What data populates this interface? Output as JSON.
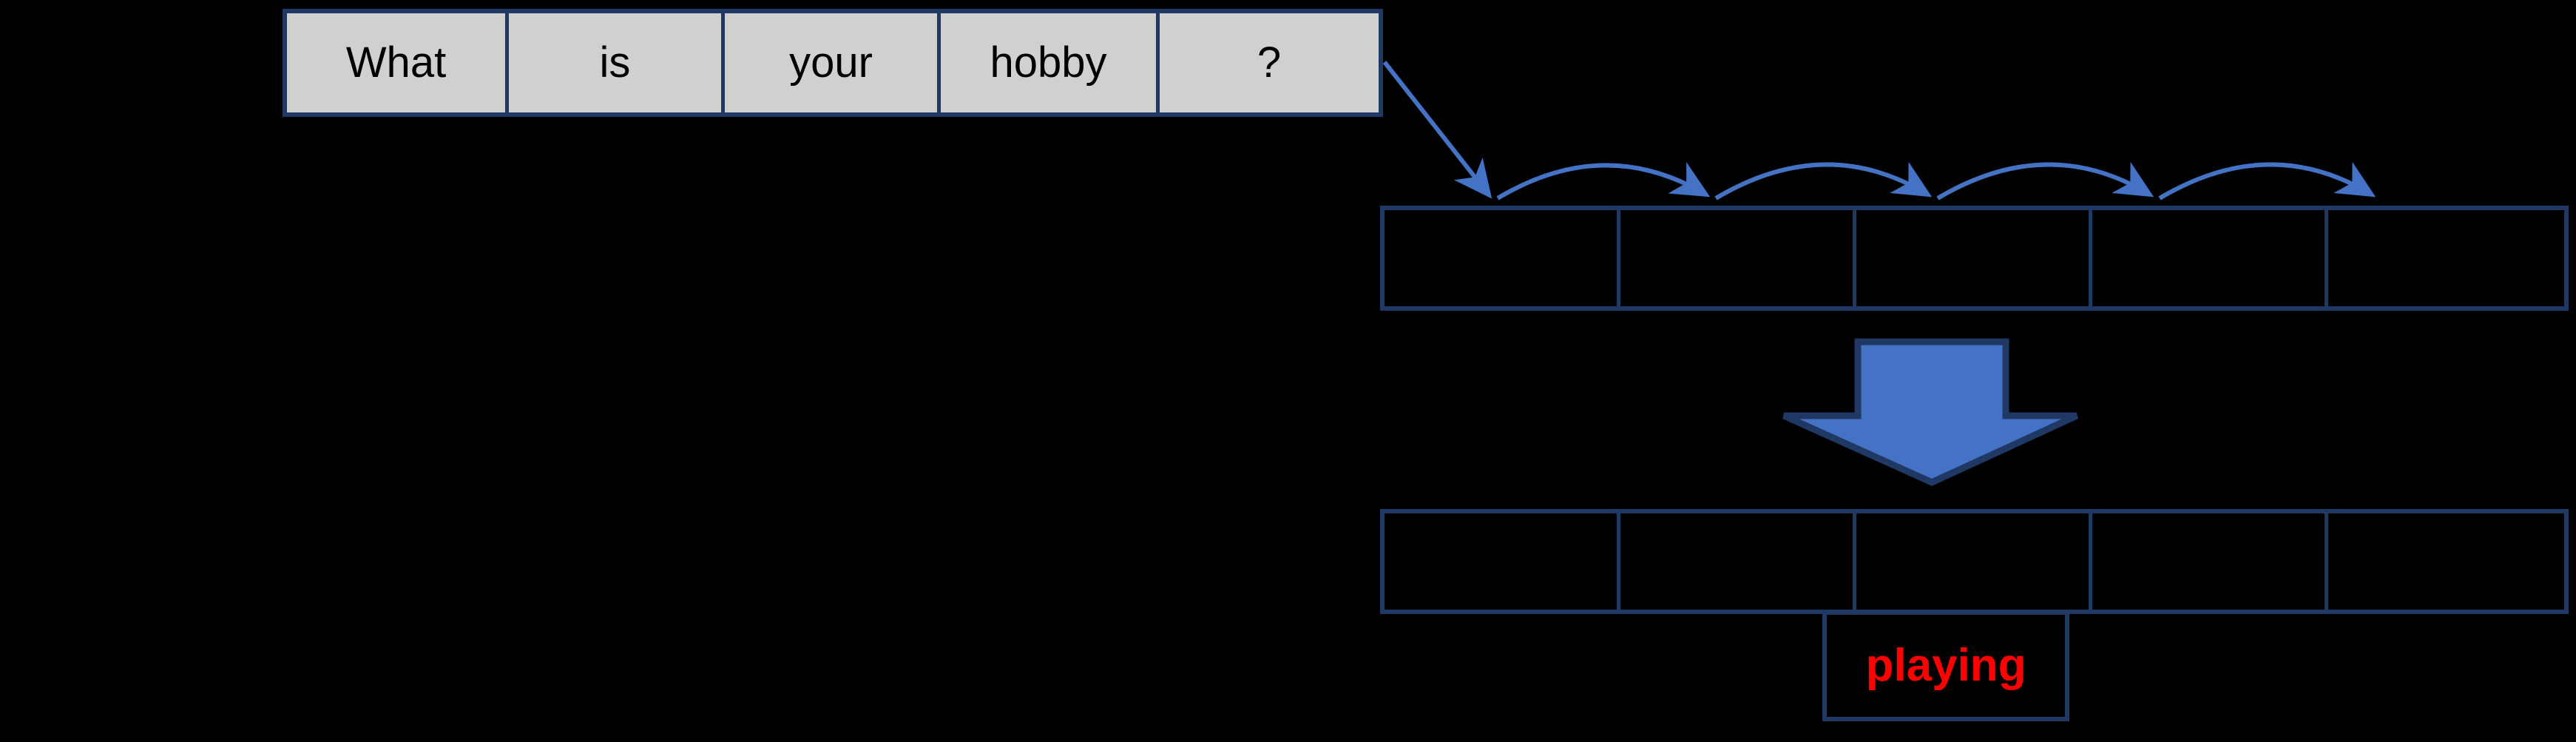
{
  "diagram": {
    "title": "Sequence decoding diagram",
    "background_color": "#000000",
    "accent_blue": "#4472C4",
    "border_navy": "#1F3864",
    "cell_fill_gray": "#D0D0D0",
    "highlight_red": "#FF0000"
  },
  "source_table": {
    "name": "input-sentence-tokens",
    "cells": [
      {
        "text": "What"
      },
      {
        "text": "is"
      },
      {
        "text": "your"
      },
      {
        "text": "hobby"
      },
      {
        "text": "?"
      }
    ]
  },
  "encoder_table": {
    "name": "encoder-slots",
    "cells": [
      {
        "text": ""
      },
      {
        "text": ""
      },
      {
        "text": ""
      },
      {
        "text": ""
      },
      {
        "text": ""
      }
    ]
  },
  "decoder_table": {
    "name": "decoder-slots",
    "cells": [
      {
        "text": ""
      },
      {
        "text": ""
      },
      {
        "text": ""
      },
      {
        "text": ""
      },
      {
        "text": ""
      }
    ]
  },
  "prediction": {
    "name": "predicted-token",
    "text": "playing",
    "color": "#FF0000",
    "attached_to_cell_index": 2
  },
  "arrows": {
    "hop_arrows": {
      "name": "token-hop-arrows",
      "count": 5,
      "color": "#4472C4",
      "description": "one straight diagonal from the source table corner plus four arcs hopping left-to-right across the encoder cells"
    },
    "big_arrow": {
      "name": "process-down-arrow",
      "direction": "down",
      "fill": "#4472C4",
      "stroke": "#1F3864"
    }
  }
}
